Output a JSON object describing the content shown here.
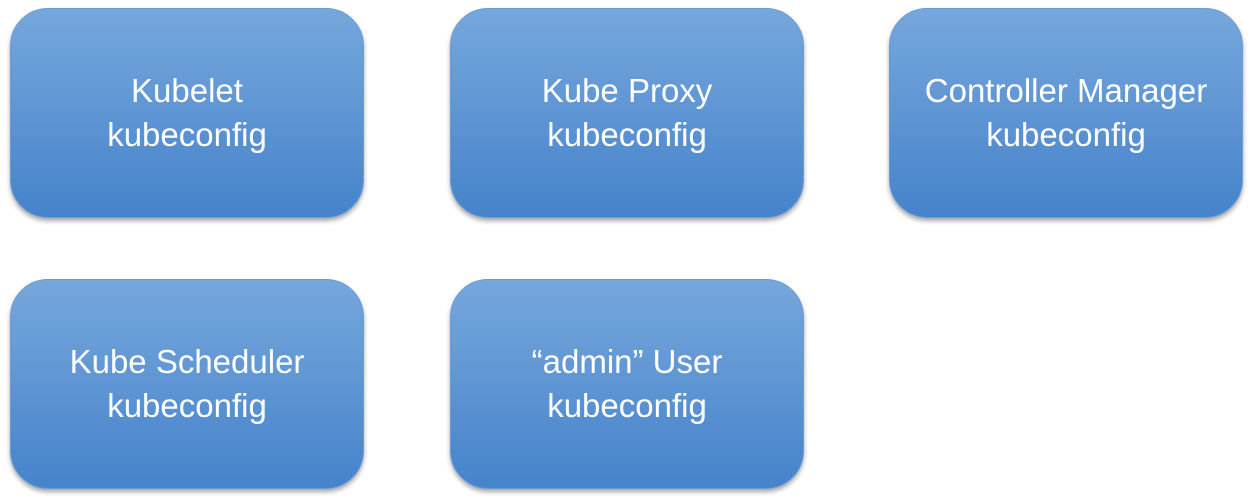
{
  "boxes": [
    {
      "line1": "Kubelet",
      "line2": "kubeconfig"
    },
    {
      "line1": "Kube Proxy",
      "line2": "kubeconfig"
    },
    {
      "line1": "Controller Manager",
      "line2": "kubeconfig"
    },
    {
      "line1": "Kube Scheduler",
      "line2": "kubeconfig"
    },
    {
      "line1": "“admin” User",
      "line2": "kubeconfig"
    }
  ],
  "colors": {
    "box_fill_top": "#76a7dc",
    "box_fill_bottom": "#4683cb",
    "text": "#ffffff",
    "background": "#ffffff"
  }
}
